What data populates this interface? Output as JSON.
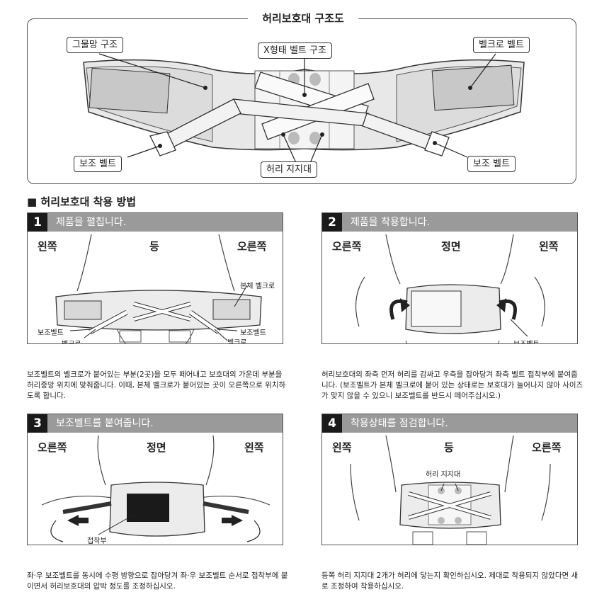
{
  "diagram": {
    "title": "허리보호대 구조도",
    "labels": {
      "mesh": "그물망 구조",
      "x_belt": "X형태 벨트 구조",
      "velcro": "벨크로 벨트",
      "aux_left": "보조 벨트",
      "support": "허리 지지대",
      "aux_right": "보조 벨트"
    }
  },
  "howto": {
    "title": "허리보호대 착용 방법",
    "steps": [
      {
        "num": "1",
        "title": "제품을 펼칩니다.",
        "dirs": [
          "왼쪽",
          "등",
          "오른쪽"
        ],
        "callouts": [
          "본체 벨크로",
          "보조벨트",
          "보조벨트",
          "벨크로",
          "벨크로"
        ],
        "desc": "보조벨트의 벨크로가 붙어있는 부분(2곳)을 모두 떼어내고 보호대의 가운데 부분을 허리중앙 위치에 맞춰줍니다. 이때, 본체 벨크로가 붙어있는 곳이 오른쪽으로 위치하도록 합니다."
      },
      {
        "num": "2",
        "title": "제품을 착용합니다.",
        "dirs": [
          "오른쪽",
          "정면",
          "왼쪽"
        ],
        "callouts": [
          "보조벨트"
        ],
        "desc": "허리보호대의 좌측 먼저 허리를 감싸고 우측을 잡아당겨 좌측 벨트 접착부에 붙여줍니다. (보조벨트가 본체 벨크로에 붙어 있는 상태로는 보호대가 늘어나지 않아 사이즈가 맞지 않을 수 있으니 보조벨트를 반드시 떼어주십시오.)"
      },
      {
        "num": "3",
        "title": "보조벨트를 붙여줍니다.",
        "dirs": [
          "오른쪽",
          "정면",
          "왼쪽"
        ],
        "callouts": [
          "접착부"
        ],
        "desc": "좌·우 보조벨트를 동시에 수평 방향으로 잡아당겨 좌·우 보조벨트 순서로 접착부에 붙이면서 허리보호대의 압박 정도를 조정하십시오."
      },
      {
        "num": "4",
        "title": "착용상태를 점검합니다.",
        "dirs": [
          "왼쪽",
          "등",
          "오른쪽"
        ],
        "callouts": [
          "허리 지지대"
        ],
        "desc": "등쪽 허리 지지대 2개가 허리에 닿는지 확인하십시오. 제대로 착용되지 않았다면 새로 조정하여 착용하십시오."
      }
    ]
  }
}
